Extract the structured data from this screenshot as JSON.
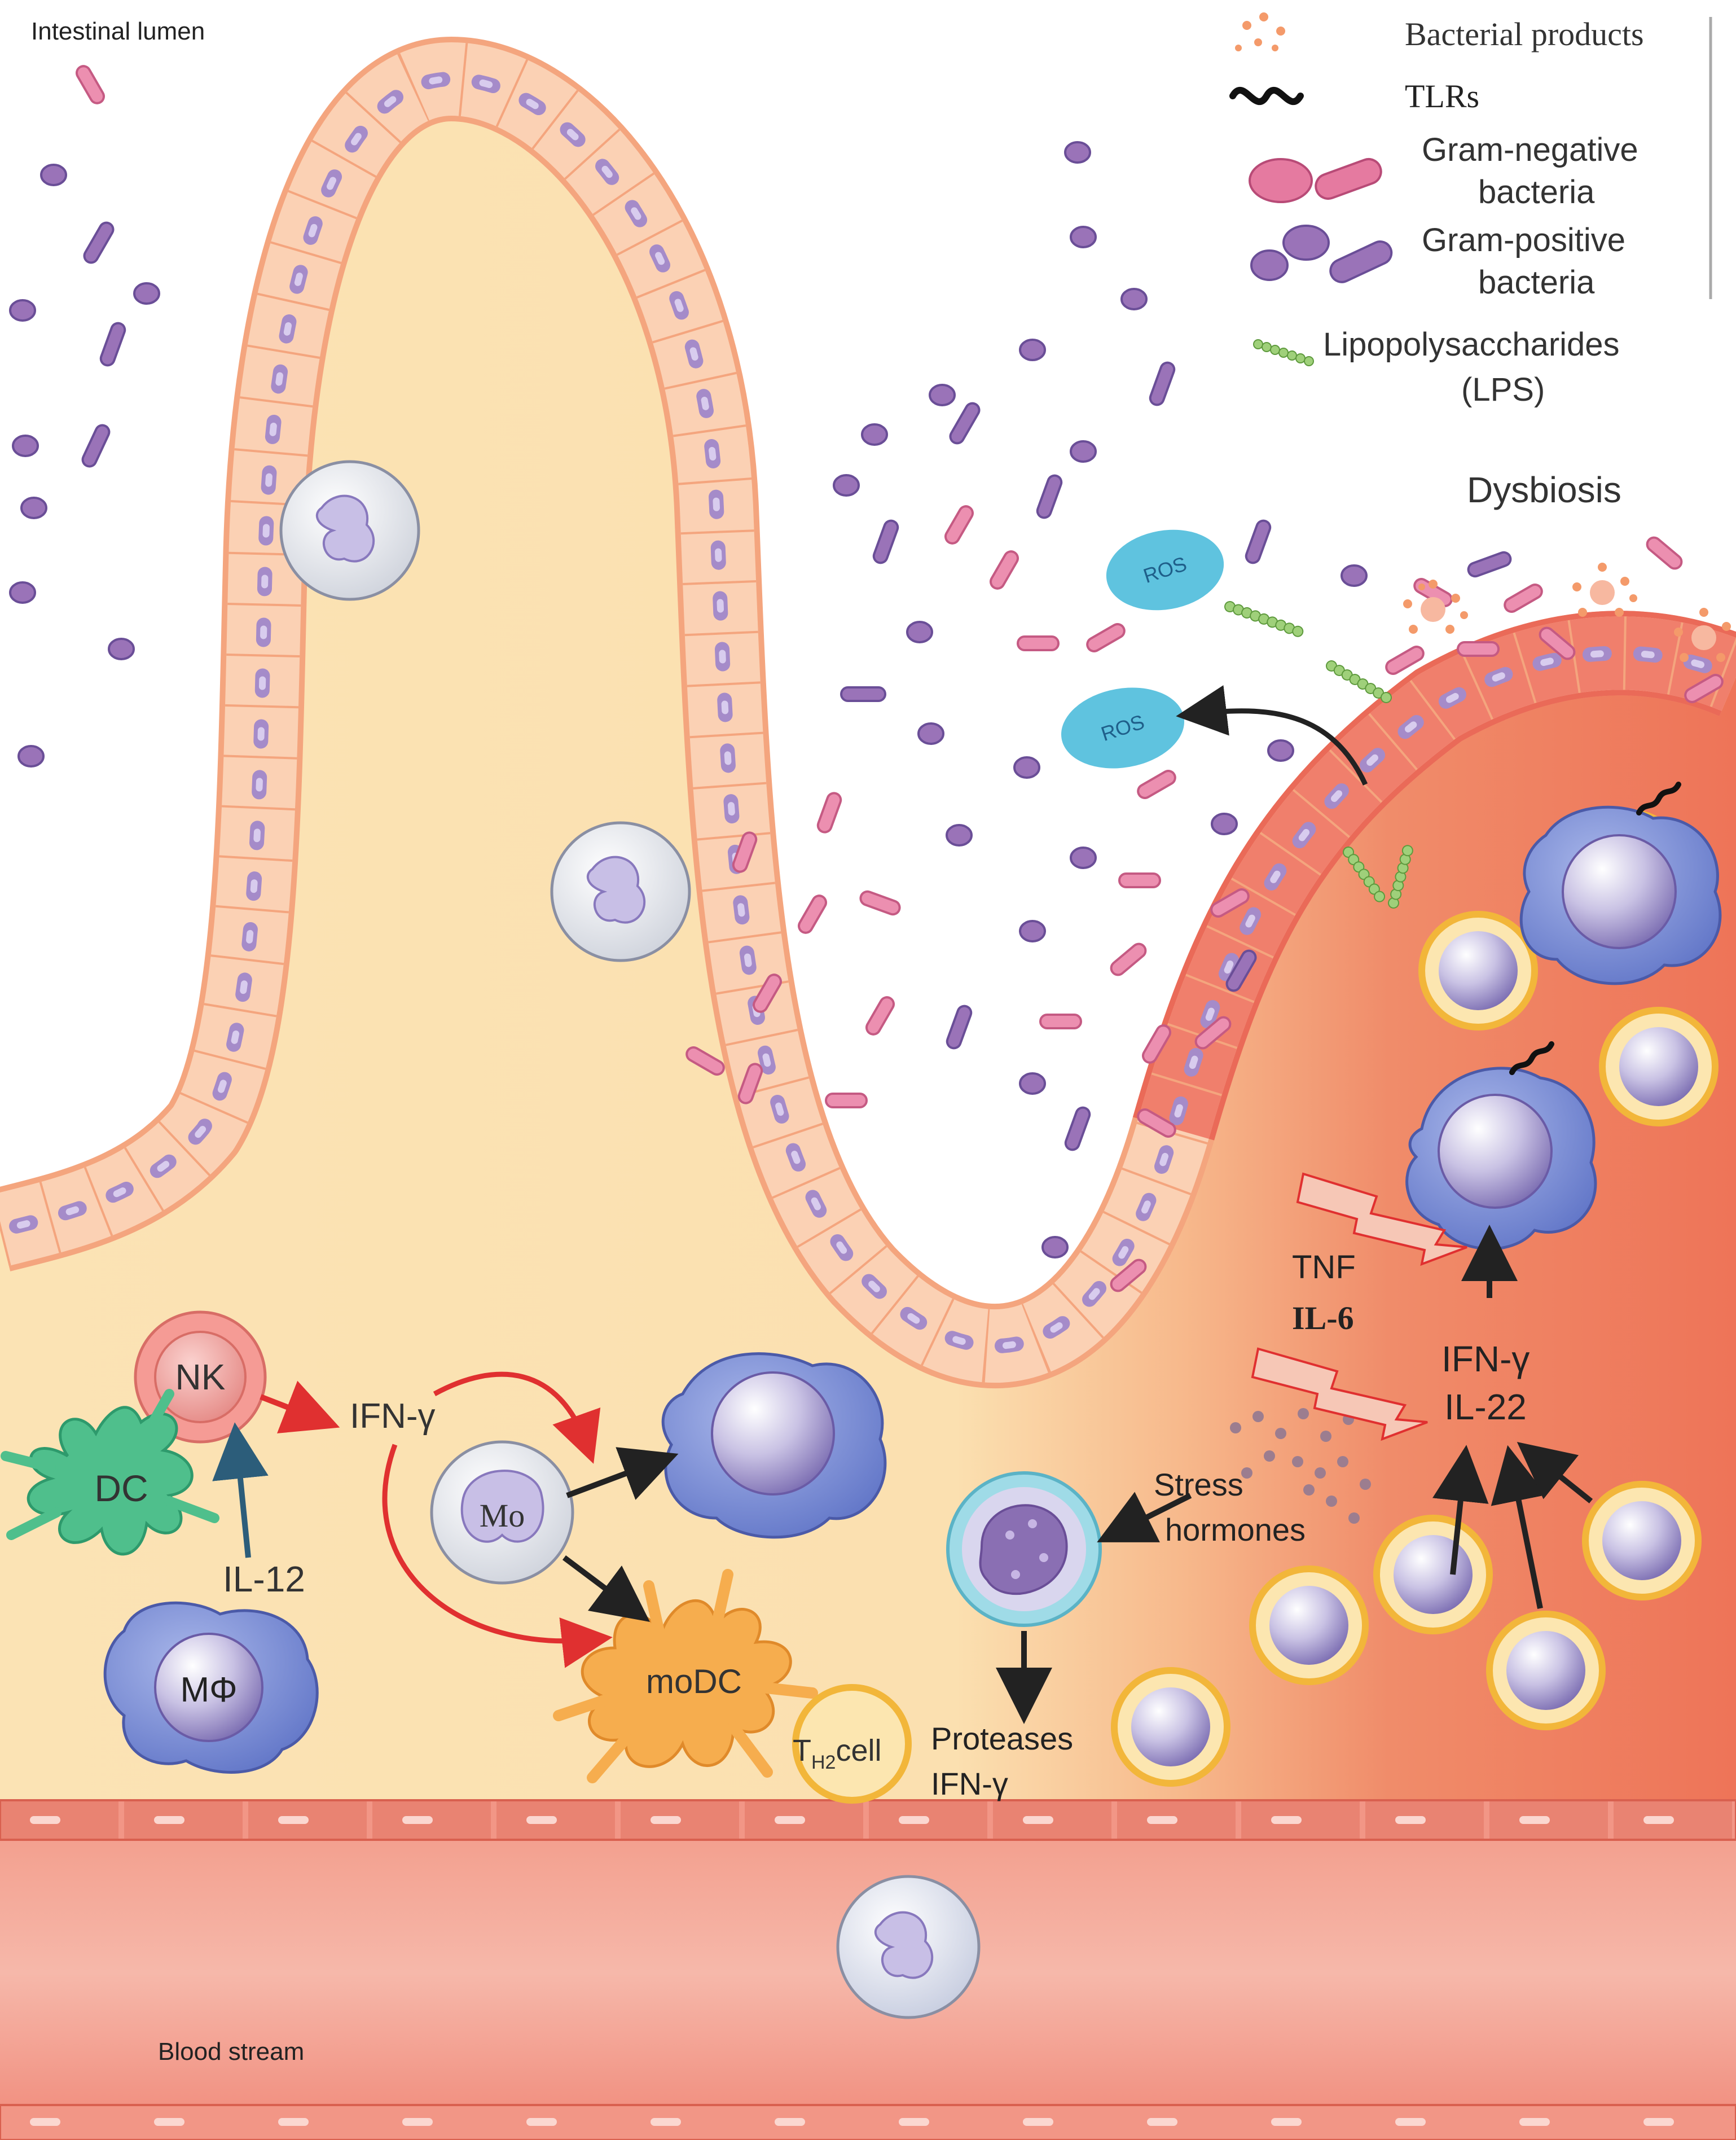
{
  "labels": {
    "intestinal_lumen": "Intestinal lumen",
    "blood_stream": "Blood stream",
    "dysbiosis": "Dysbiosis",
    "ros_1": "ROS",
    "ros_2": "ROS",
    "nk": "NK",
    "dc": "DC",
    "macrophage": "MΦ",
    "monocyte": "Mo",
    "modc": "moDC",
    "th2_cell_t": "T",
    "th2_cell_sub": "H2",
    "th2_cell_rest": "cell",
    "il12": "IL-12",
    "ifn_gamma_left": "IFN-γ",
    "tnf": "TNF",
    "il6": "IL-6",
    "ifn_gamma_right": "IFN-γ",
    "il22": "IL-22",
    "stress": "Stress",
    "hormones": "hormones",
    "proteases": "Proteases",
    "ifn_gamma_bottom": "IFN-γ"
  },
  "legend": {
    "bacterial_products": "Bacterial products",
    "tlrs": "TLRs",
    "gram_negative_1": "Gram-negative",
    "gram_negative_2": "bacteria",
    "gram_positive_1": "Gram-positive",
    "gram_positive_2": "bacteria",
    "lps_1": "Lipopolysaccharides",
    "lps_2": "(LPS)"
  },
  "colors": {
    "tissue": "#fbe3b4",
    "inflamed": "#f07b5c",
    "epithelium": "#f9c9a8",
    "epithelium_inflamed": "#ec6b5a",
    "gram_negative": "#e57aa0",
    "gram_positive": "#9a73b8",
    "ros": "#5fc3df",
    "lps": "#9fd07a",
    "inflammation_arrow": "#e03030"
  }
}
